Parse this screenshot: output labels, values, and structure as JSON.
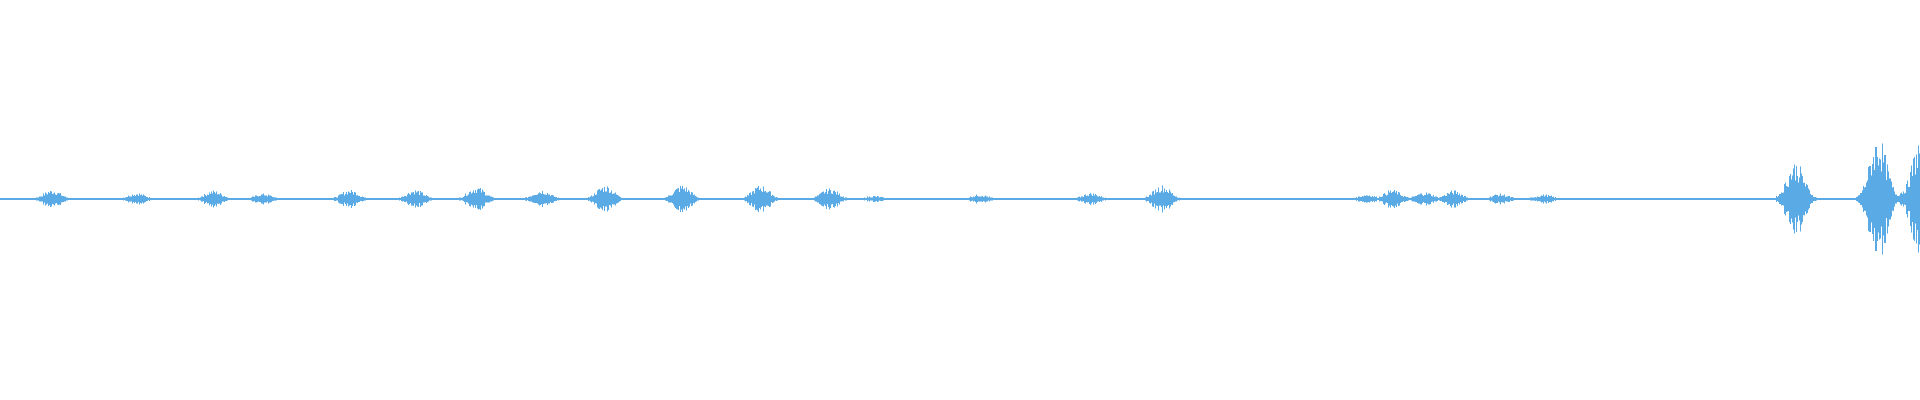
{
  "waveform": {
    "color": "#5aaae6",
    "background": "#ffffff",
    "envelope": [
      {
        "t": 0.0,
        "amp": 0.01
      },
      {
        "t": 0.027,
        "amp": 0.06
      },
      {
        "t": 0.071,
        "amp": 0.04
      },
      {
        "t": 0.111,
        "amp": 0.055
      },
      {
        "t": 0.137,
        "amp": 0.035
      },
      {
        "t": 0.182,
        "amp": 0.06
      },
      {
        "t": 0.216,
        "amp": 0.06
      },
      {
        "t": 0.248,
        "amp": 0.08
      },
      {
        "t": 0.282,
        "amp": 0.06
      },
      {
        "t": 0.315,
        "amp": 0.09
      },
      {
        "t": 0.355,
        "amp": 0.09
      },
      {
        "t": 0.396,
        "amp": 0.09
      },
      {
        "t": 0.432,
        "amp": 0.07
      },
      {
        "t": 0.455,
        "amp": 0.02
      },
      {
        "t": 0.51,
        "amp": 0.03
      },
      {
        "t": 0.568,
        "amp": 0.04
      },
      {
        "t": 0.605,
        "amp": 0.09
      },
      {
        "t": 0.712,
        "amp": 0.03
      },
      {
        "t": 0.725,
        "amp": 0.06
      },
      {
        "t": 0.742,
        "amp": 0.045
      },
      {
        "t": 0.757,
        "amp": 0.055
      },
      {
        "t": 0.781,
        "amp": 0.035
      },
      {
        "t": 0.804,
        "amp": 0.03
      },
      {
        "t": 0.935,
        "amp": 0.24
      },
      {
        "t": 0.978,
        "amp": 0.4
      },
      {
        "t": 0.994,
        "amp": 0.08
      },
      {
        "t": 1.0,
        "amp": 0.38
      }
    ]
  }
}
